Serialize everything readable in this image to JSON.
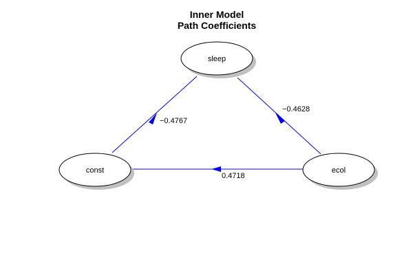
{
  "title": {
    "line1": "Inner Model",
    "line2": "Path Coefficients"
  },
  "colors": {
    "edge": "#0000ff",
    "node_fill": "#ffffff",
    "node_stroke": "#000000",
    "shadow": "#c0c0c0"
  },
  "nodes": [
    {
      "id": "sleep",
      "label": "sleep"
    },
    {
      "id": "const",
      "label": "const"
    },
    {
      "id": "ecol",
      "label": "ecol"
    }
  ],
  "edges": [
    {
      "from": "const",
      "to": "sleep",
      "coefficient": "−0.4767"
    },
    {
      "from": "ecol",
      "to": "sleep",
      "coefficient": "−0.4628"
    },
    {
      "from": "ecol",
      "to": "const",
      "coefficient": "0.4718"
    }
  ]
}
